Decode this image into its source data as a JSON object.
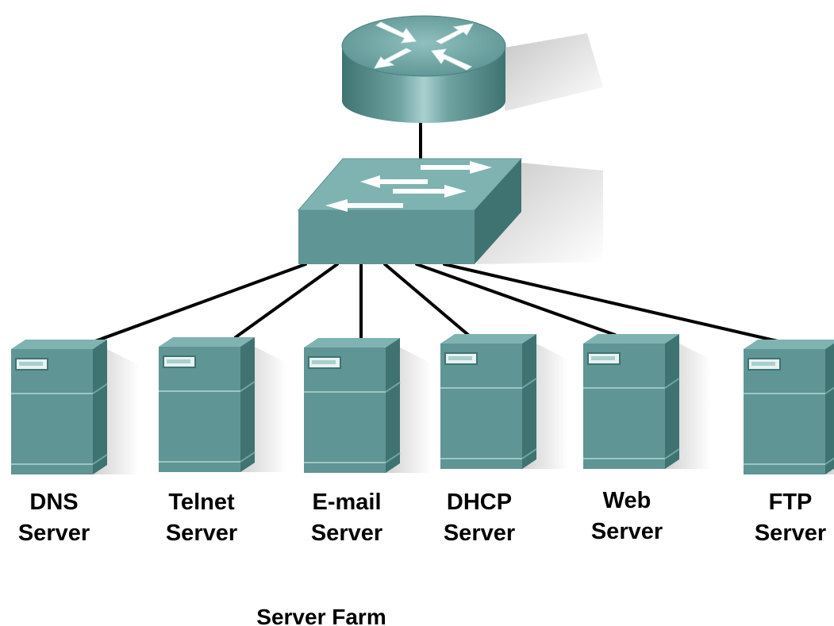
{
  "diagram": {
    "caption": "Server Farm",
    "colors": {
      "device_front": "#5f9594",
      "device_top": "#7fb3b2",
      "device_side": "#3f7372",
      "link": "#000000",
      "background": "#ffffff"
    },
    "router": {
      "icon": "router-icon"
    },
    "switch": {
      "icon": "switch-icon"
    },
    "servers": [
      {
        "id": "dns",
        "line1": "DNS",
        "line2": "Server",
        "icon": "server-icon"
      },
      {
        "id": "telnet",
        "line1": "Telnet",
        "line2": "Server",
        "icon": "server-icon"
      },
      {
        "id": "email",
        "line1": "E-mail",
        "line2": "Server",
        "icon": "server-icon"
      },
      {
        "id": "dhcp",
        "line1": "DHCP",
        "line2": "Server",
        "icon": "server-icon"
      },
      {
        "id": "web",
        "line1": "Web",
        "line2": "Server",
        "icon": "server-icon"
      },
      {
        "id": "ftp",
        "line1": "FTP",
        "line2": "Server",
        "icon": "server-icon"
      }
    ]
  }
}
